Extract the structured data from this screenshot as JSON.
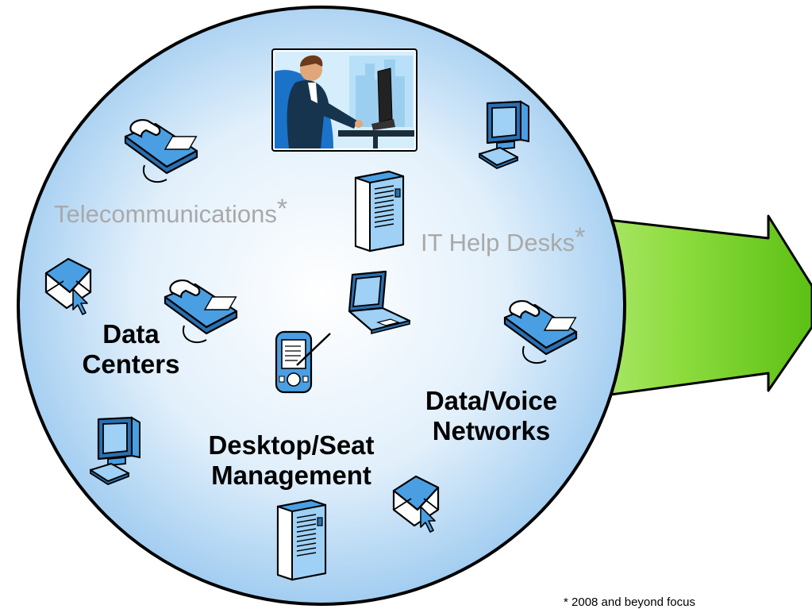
{
  "colors": {
    "circle_light": "#ffffff",
    "circle_dark": "#9ccaf0",
    "arrow_light": "#c9f590",
    "arrow_dark": "#5fc21a",
    "icon_blue": "#4a9fe3",
    "grey_text": "#a9a9a9"
  },
  "labels": {
    "telecom": "Telecommunications",
    "telecom_mark": "*",
    "helpdesk": "IT Help Desks",
    "helpdesk_mark": "*",
    "data_centers_1": "Data",
    "data_centers_2": "Centers",
    "desktop_1": "Desktop/Seat",
    "desktop_2": "Management",
    "networks_1": "Data/Voice",
    "networks_2": "Networks"
  },
  "footnote": "* 2008 and beyond focus",
  "icons": [
    "person-at-computer-icon",
    "telephone-icon",
    "desktop-computer-icon",
    "server-tower-icon",
    "email-envelope-icon",
    "laptop-icon",
    "pda-handheld-icon",
    "right-arrow-icon"
  ]
}
